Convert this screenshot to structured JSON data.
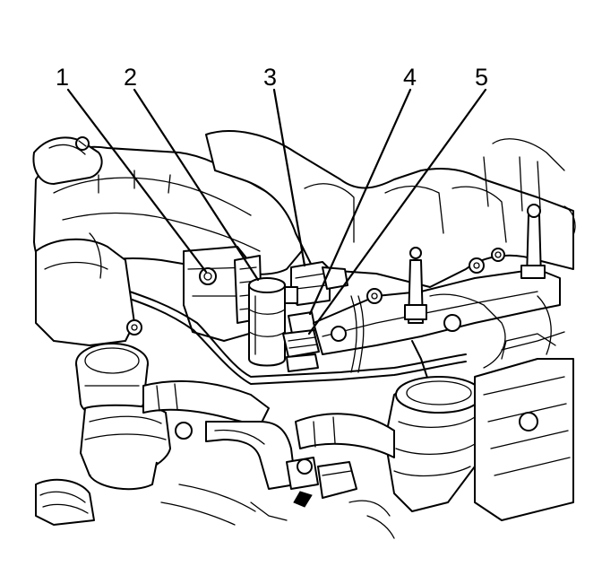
{
  "callouts": [
    {
      "id": "1",
      "label": "1"
    },
    {
      "id": "2",
      "label": "2"
    },
    {
      "id": "3",
      "label": "3"
    },
    {
      "id": "4",
      "label": "4"
    },
    {
      "id": "5",
      "label": "5"
    }
  ],
  "style": {
    "line_color": "#000000",
    "background": "#ffffff"
  }
}
